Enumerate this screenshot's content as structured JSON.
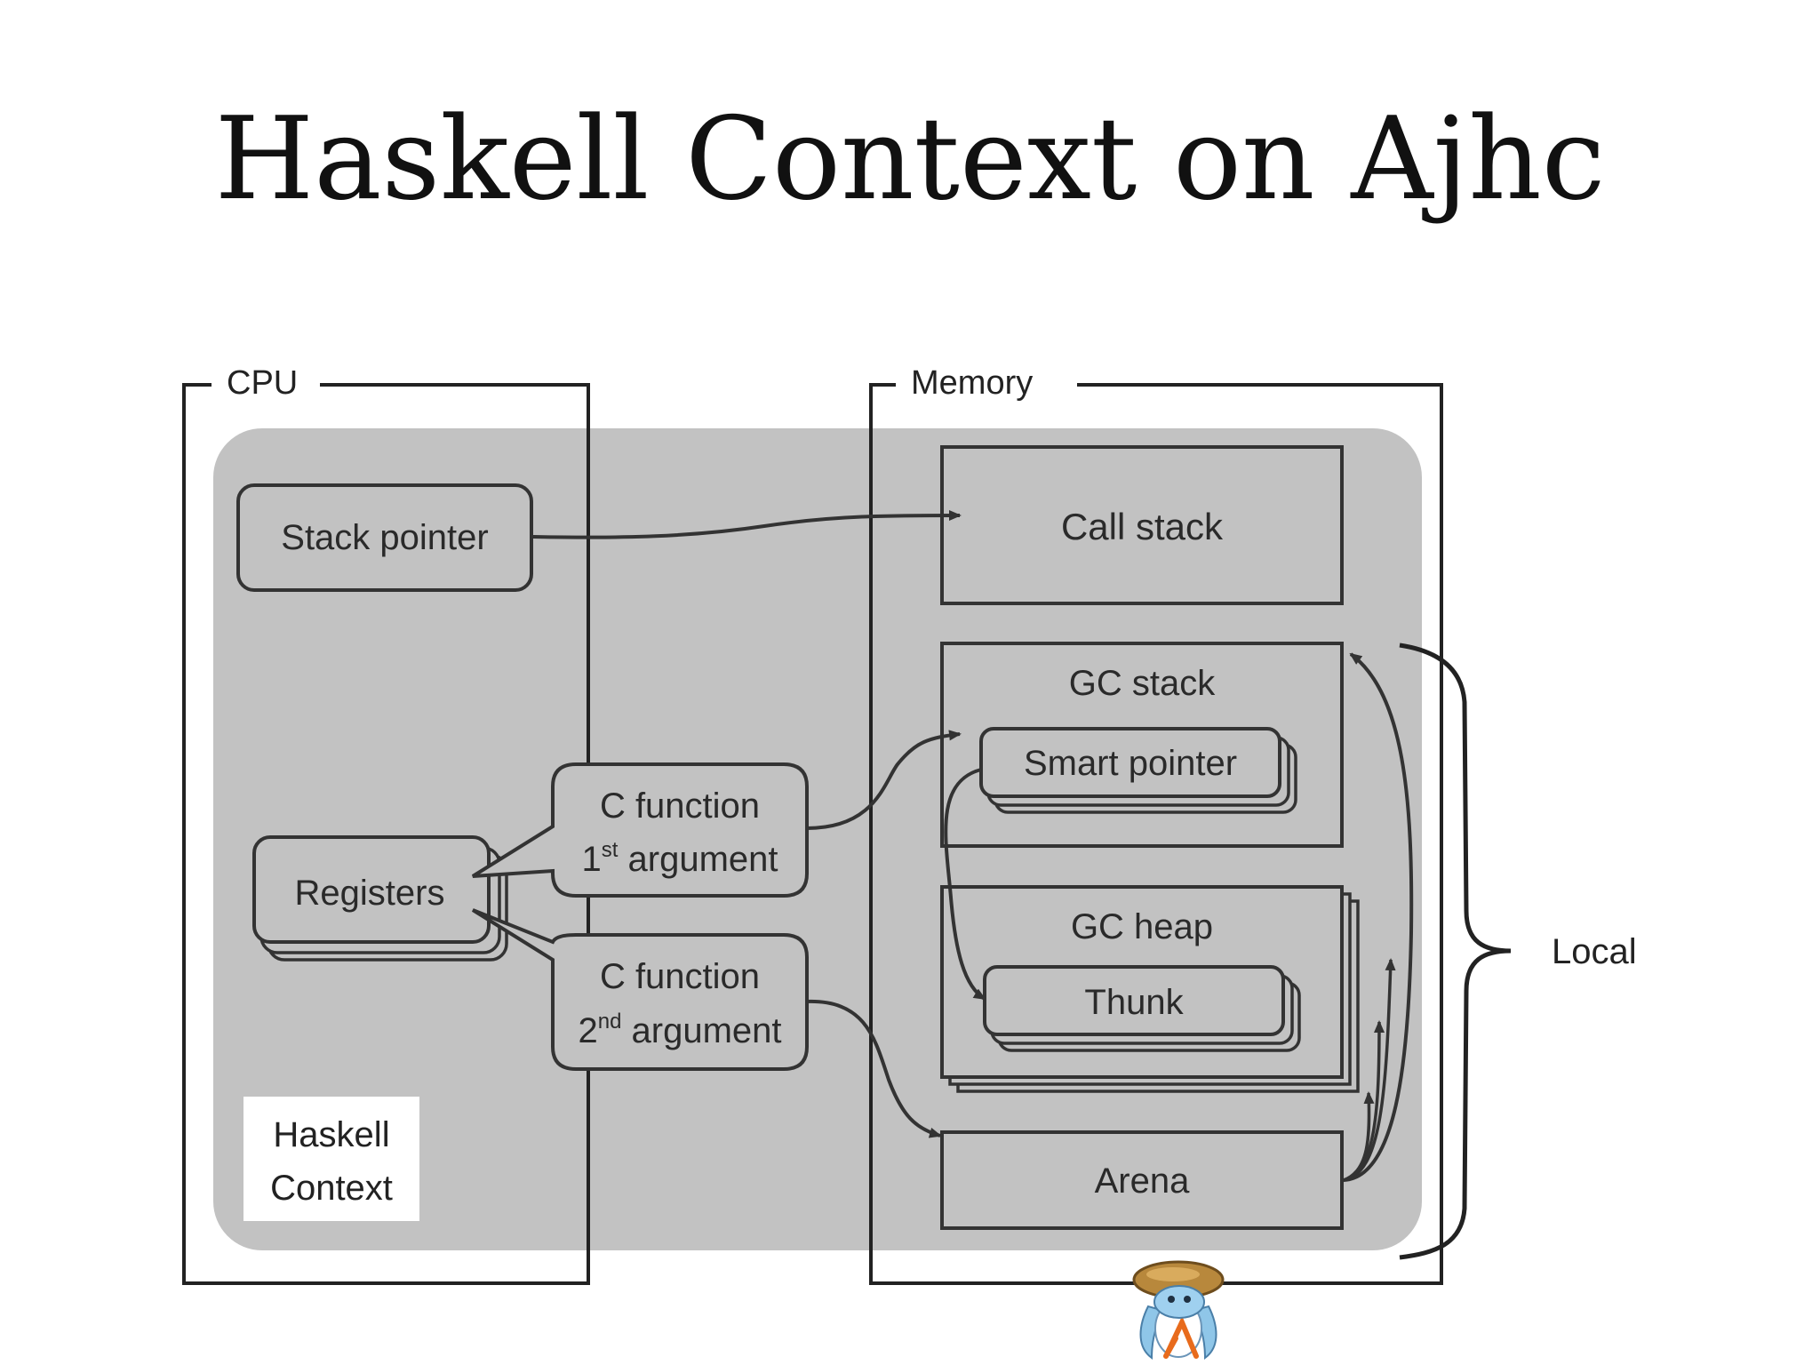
{
  "title": "Haskell Context on Ajhc",
  "diagram": {
    "cpu_label": "CPU",
    "memory_label": "Memory",
    "stack_pointer": "Stack pointer",
    "registers": "Registers",
    "cfunc1_line1": "C function",
    "cfunc1_ord": "1",
    "cfunc1_sup": "st",
    "cfunc1_rest": " argument",
    "cfunc2_line1": "C function",
    "cfunc2_ord": "2",
    "cfunc2_sup": "nd",
    "cfunc2_rest": " argument",
    "call_stack": "Call stack",
    "gc_stack": "GC stack",
    "smart_pointer": "Smart pointer",
    "gc_heap": "GC heap",
    "thunk": "Thunk",
    "arena": "Arena",
    "haskell_context_line1": "Haskell",
    "haskell_context_line2": "Context",
    "local_label": "Local"
  },
  "colors": {
    "context_region": "#c2c2c2",
    "box_fill": "#c2c2c2",
    "stroke": "#333333",
    "text": "#2a2a2a",
    "legend_bg": "#ffffff"
  },
  "icons": {
    "mascot": "ajhc-mascot-icon"
  }
}
